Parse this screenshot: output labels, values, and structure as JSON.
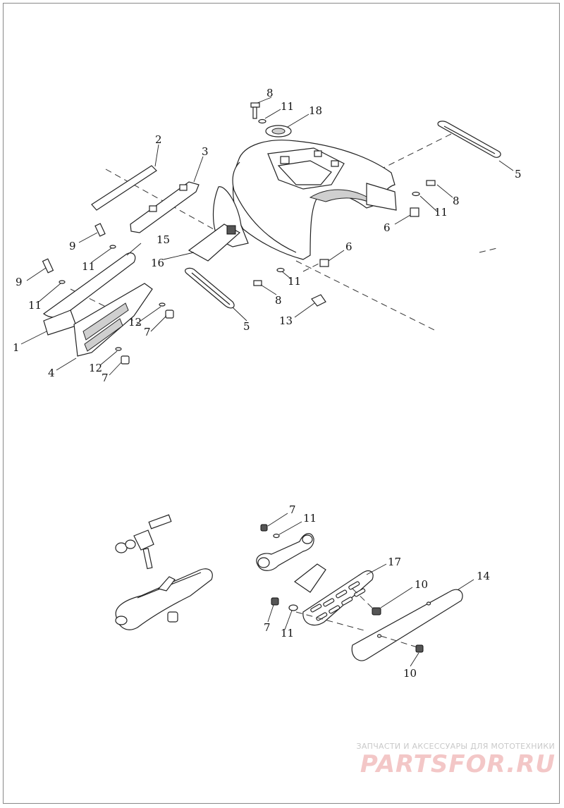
{
  "labels": {
    "l1": "1",
    "l2": "2",
    "l3": "3",
    "l4": "4",
    "l5a": "5",
    "l5b": "5",
    "l6a": "6",
    "l6b": "6",
    "l7a": "7",
    "l7b": "7",
    "l7c": "7",
    "l7d": "7",
    "l8a": "8",
    "l8b": "8",
    "l8c": "8",
    "l9a": "9",
    "l9b": "9",
    "l10a": "10",
    "l10b": "10",
    "l11a": "11",
    "l11b": "11",
    "l11c": "11",
    "l11d": "11",
    "l11e": "11",
    "l11f": "11",
    "l12a": "12",
    "l12b": "12",
    "l13": "13",
    "l14": "14",
    "l15": "15",
    "l16": "16",
    "l17": "17",
    "l18": "18"
  },
  "watermark": {
    "tagline": "ЗАПЧАСТИ И АКСЕССУАРЫ ДЛЯ МОТОТЕХНИКИ",
    "logo": "PARTSFOR.RU"
  }
}
